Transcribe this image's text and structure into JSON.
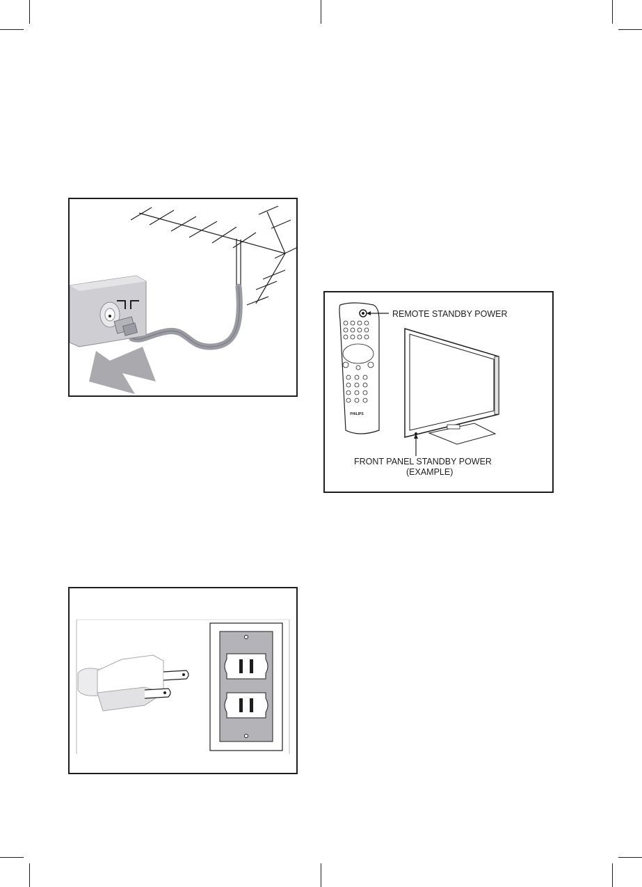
{
  "colors": {
    "ink": "#1e1e1e",
    "gray_fill": "#b4b4b8",
    "light_gray": "#dcdcdc",
    "cable_gray": "#9b9ba3",
    "paper": "#ffffff"
  },
  "tv_panel": {
    "remote_label": "REMOTE STANDBY POWER",
    "front_panel_label_line1": "FRONT PANEL STANDBY POWER",
    "front_panel_label_line2": "(EXAMPLE)",
    "remote_brand": "PHILIPS"
  },
  "icons": {
    "antenna_panel": [
      "antenna-icon",
      "wall-jack-icon",
      "coax-cable-icon",
      "arrow-icon"
    ],
    "tv_panel": [
      "remote-control-icon",
      "tv-icon"
    ],
    "power_panel": [
      "power-plug-icon",
      "wall-outlet-icon"
    ]
  }
}
